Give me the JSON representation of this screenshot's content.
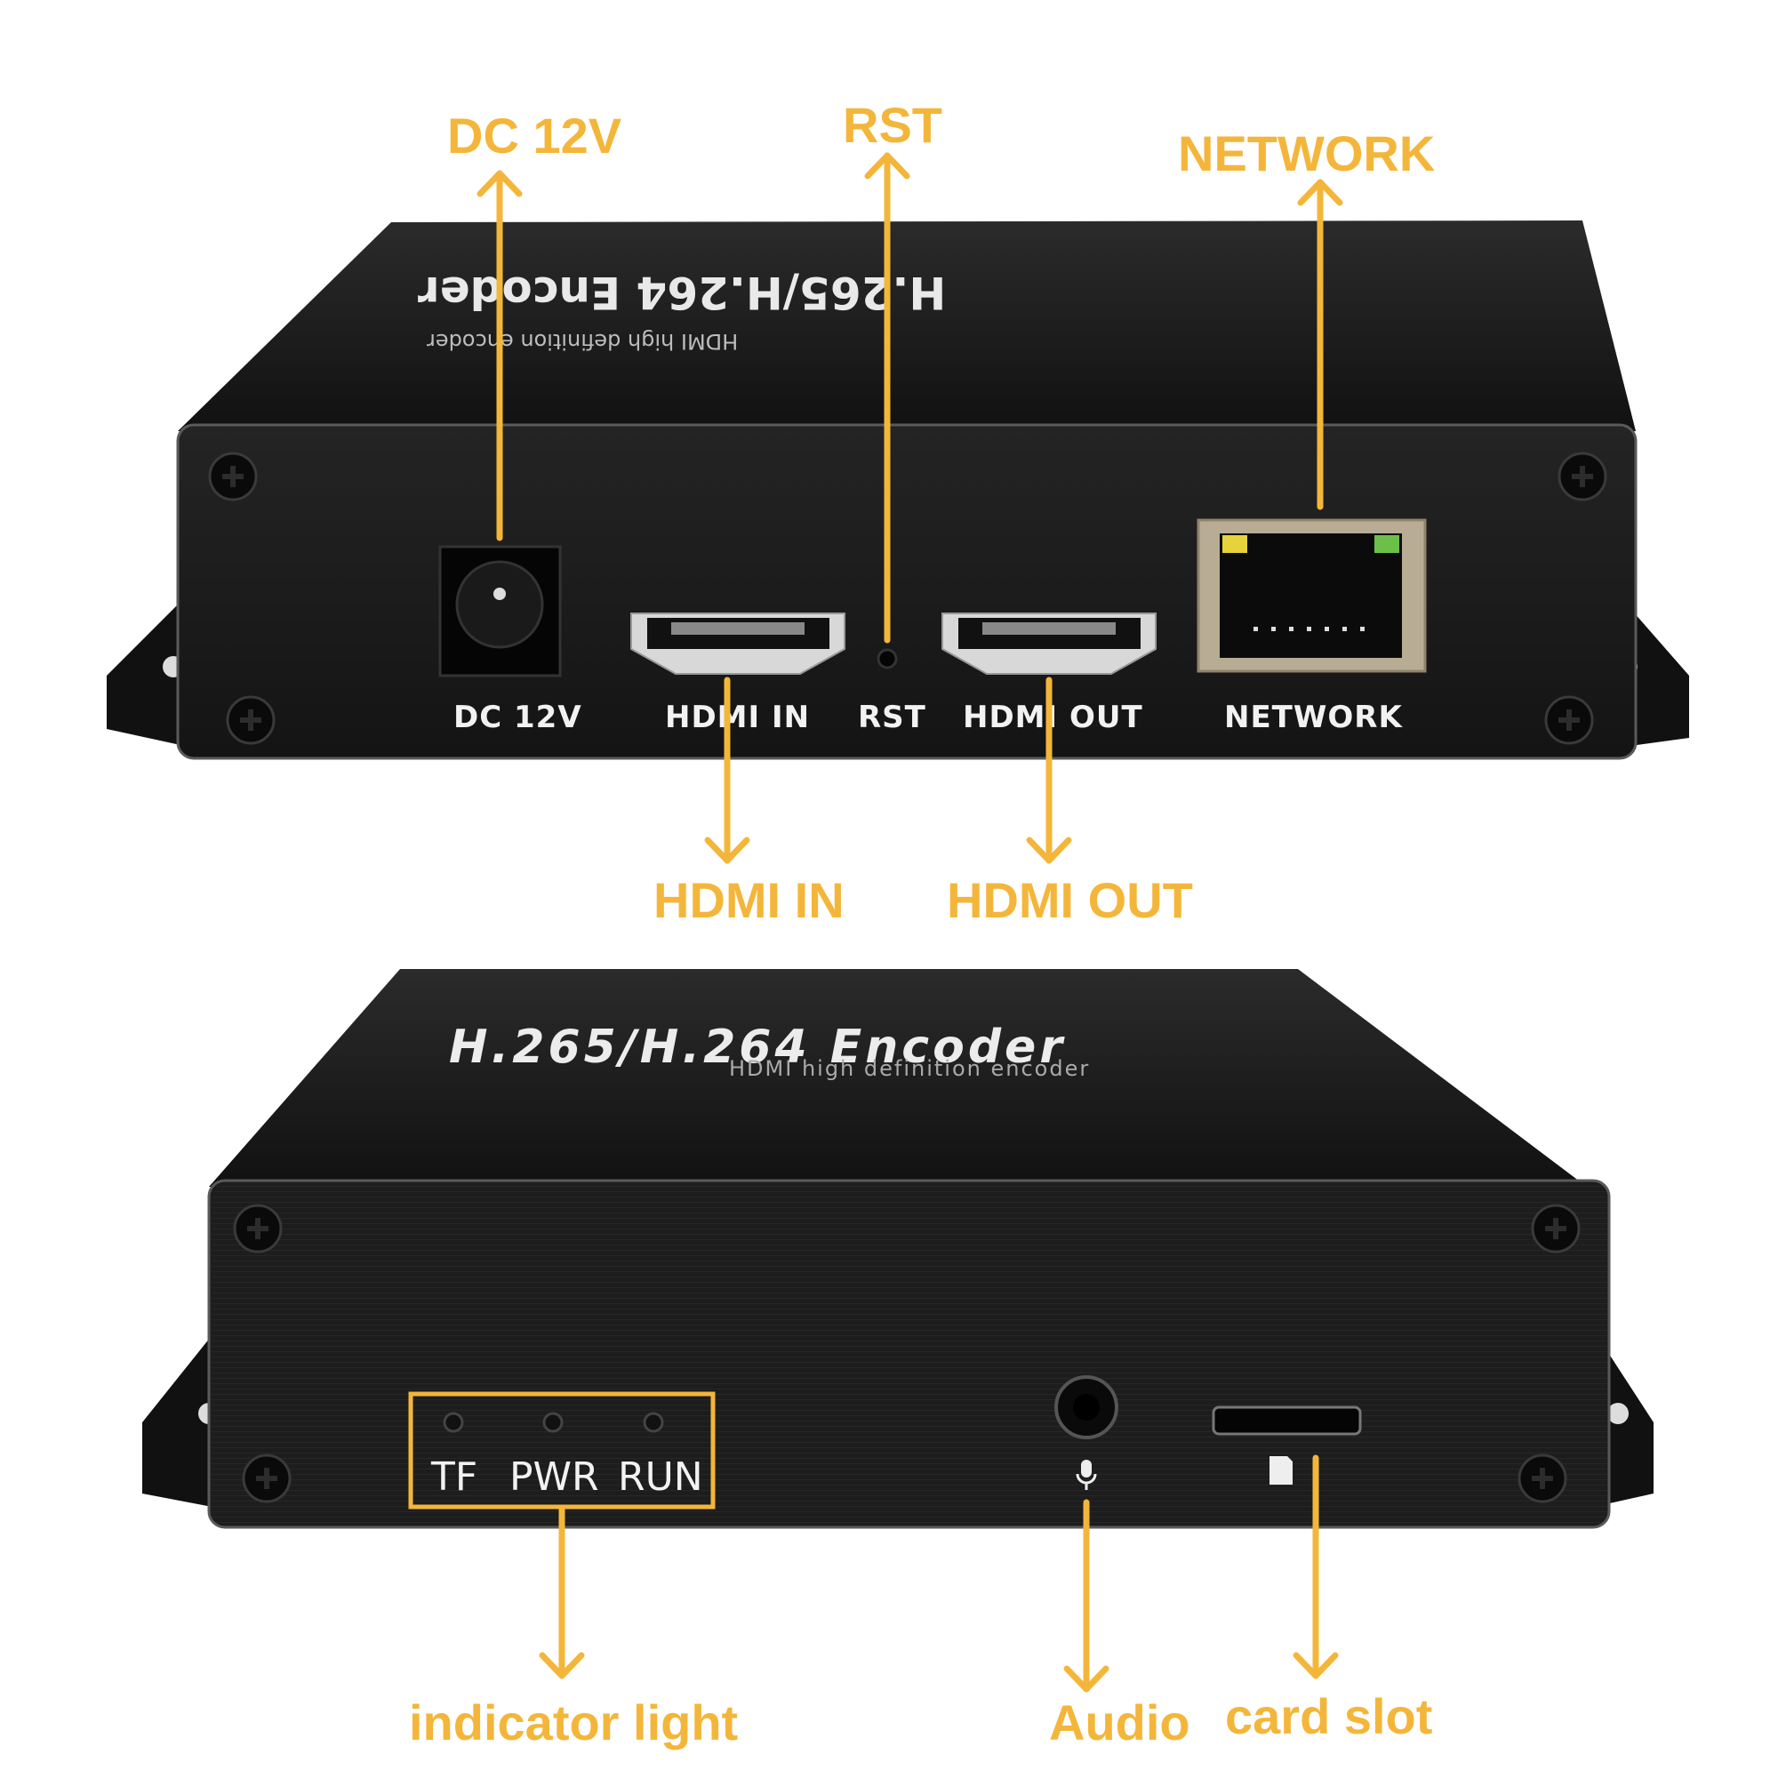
{
  "callouts": {
    "dc12v": "DC 12V",
    "rst": "RST",
    "network": "NETWORK",
    "hdmi_in": "HDMI IN",
    "hdmi_out": "HDMI OUT",
    "indicator": "indicator light",
    "audio": "Audio",
    "card_slot": "card slot"
  },
  "rear_panel": {
    "ports": {
      "dc12v": "DC 12V",
      "hdmi_in": "HDMI IN",
      "rst": "RST",
      "hdmi_out": "HDMI OUT",
      "network": "NETWORK"
    },
    "top_title": "H.265/H.264 Encoder",
    "top_subtitle": "HDMI high definition encoder"
  },
  "front_panel": {
    "top_title": "H.265/H.264 Encoder",
    "top_subtitle": "HDMI high definition encoder",
    "leds": {
      "tf": "TF",
      "pwr": "PWR",
      "run": "RUN"
    }
  },
  "colors": {
    "callout": "#f4b63a",
    "device": "#161616",
    "panel": "#1c1c1c"
  },
  "icons": [
    "microphone-icon",
    "sd-card-icon",
    "screw-icon"
  ]
}
